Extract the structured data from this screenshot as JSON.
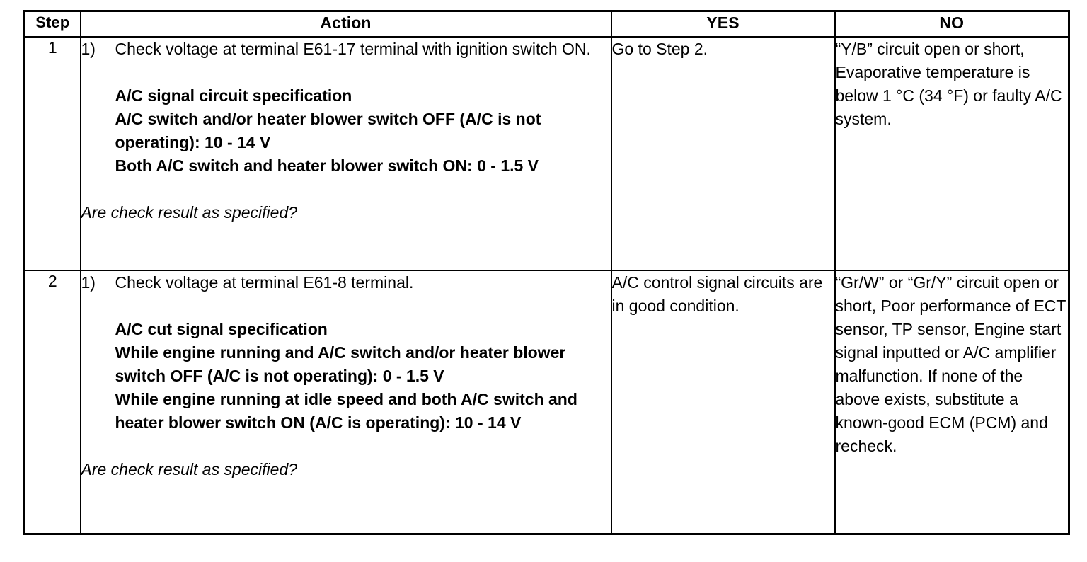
{
  "table": {
    "columns": [
      {
        "key": "step",
        "label": "Step"
      },
      {
        "key": "action",
        "label": "Action"
      },
      {
        "key": "yes",
        "label": "YES"
      },
      {
        "key": "no",
        "label": "NO"
      }
    ],
    "rows": [
      {
        "step": "1",
        "action": {
          "item_marker": "1)",
          "item_text": "Check voltage at terminal E61-17 terminal with ignition switch ON.",
          "spec_title": "A/C signal circuit specification",
          "spec_lines": [
            "A/C switch and/or heater blower switch OFF (A/C is not operating): 10 - 14 V",
            "Both A/C switch and heater blower switch ON: 0 - 1.5 V"
          ],
          "question": "Are check result as specified?"
        },
        "yes": "Go to Step 2.",
        "no": "“Y/B” circuit open or short, Evaporative temperature is below 1 °C (34 °F) or faulty A/C system."
      },
      {
        "step": "2",
        "action": {
          "item_marker": "1)",
          "item_text": "Check voltage at terminal E61-8 terminal.",
          "spec_title": "A/C cut signal specification",
          "spec_lines": [
            "While engine running and A/C switch and/or heater blower switch OFF (A/C is not operating): 0 - 1.5 V",
            "While engine running at idle speed and both A/C switch and heater blower switch ON (A/C is operating): 10 - 14 V"
          ],
          "question": "Are check result as specified?"
        },
        "yes": "A/C control signal circuits are in good condition.",
        "no": "“Gr/W” or “Gr/Y” circuit open or short, Poor performance of ECT sensor, TP sensor, Engine start signal inputted or A/C amplifier malfunction. If none of the above exists, substitute a known-good ECM (PCM) and recheck."
      }
    ]
  },
  "colors": {
    "border": "#000000",
    "text": "#000000",
    "background": "#ffffff"
  }
}
